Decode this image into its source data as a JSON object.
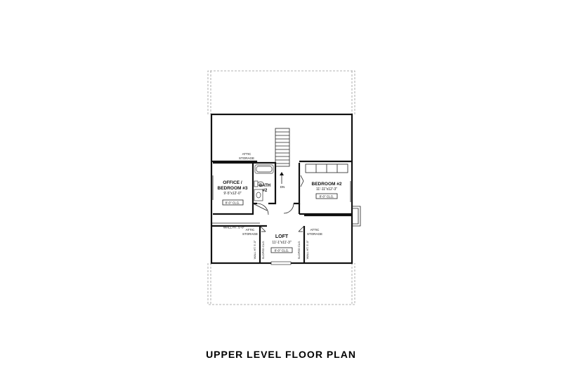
{
  "title": "UPPER LEVEL FLOOR PLAN",
  "rooms": {
    "office": {
      "name_line1": "OFFICE /",
      "name_line2": "BEDROOM #3",
      "size": "9'-5\"x12'-0\"",
      "ceiling": "8'-0\" CLG."
    },
    "bath": {
      "name_line1": "BATH",
      "name_line2": "#2"
    },
    "bedroom2": {
      "name": "BEDROOM #2",
      "size": "11'-11\"x12'-3\"",
      "ceiling": "8'-0\" CLG."
    },
    "loft": {
      "name": "LOFT",
      "size": "11'-1\"x11'-3\"",
      "ceiling": "8'-0\" CLG."
    }
  },
  "notes": {
    "attic_top_line1": "ATTIC",
    "attic_top_line2": "STORAGE",
    "attic_left_line1": "ATTIC",
    "attic_left_line2": "STORAGE",
    "attic_right_line1": "ATTIC",
    "attic_right_line2": "STORAGE",
    "wall_ht_left": "WALL HT. 5'-0\"",
    "wall_ht_left_vert": "WALL HT. 5'-0\"",
    "wall_ht_right_vert": "WALL HT. 5'-0\"",
    "sloped_left": "SLOPED CLG.",
    "sloped_right": "SLOPED CLG.",
    "stair_dn": "DN"
  }
}
